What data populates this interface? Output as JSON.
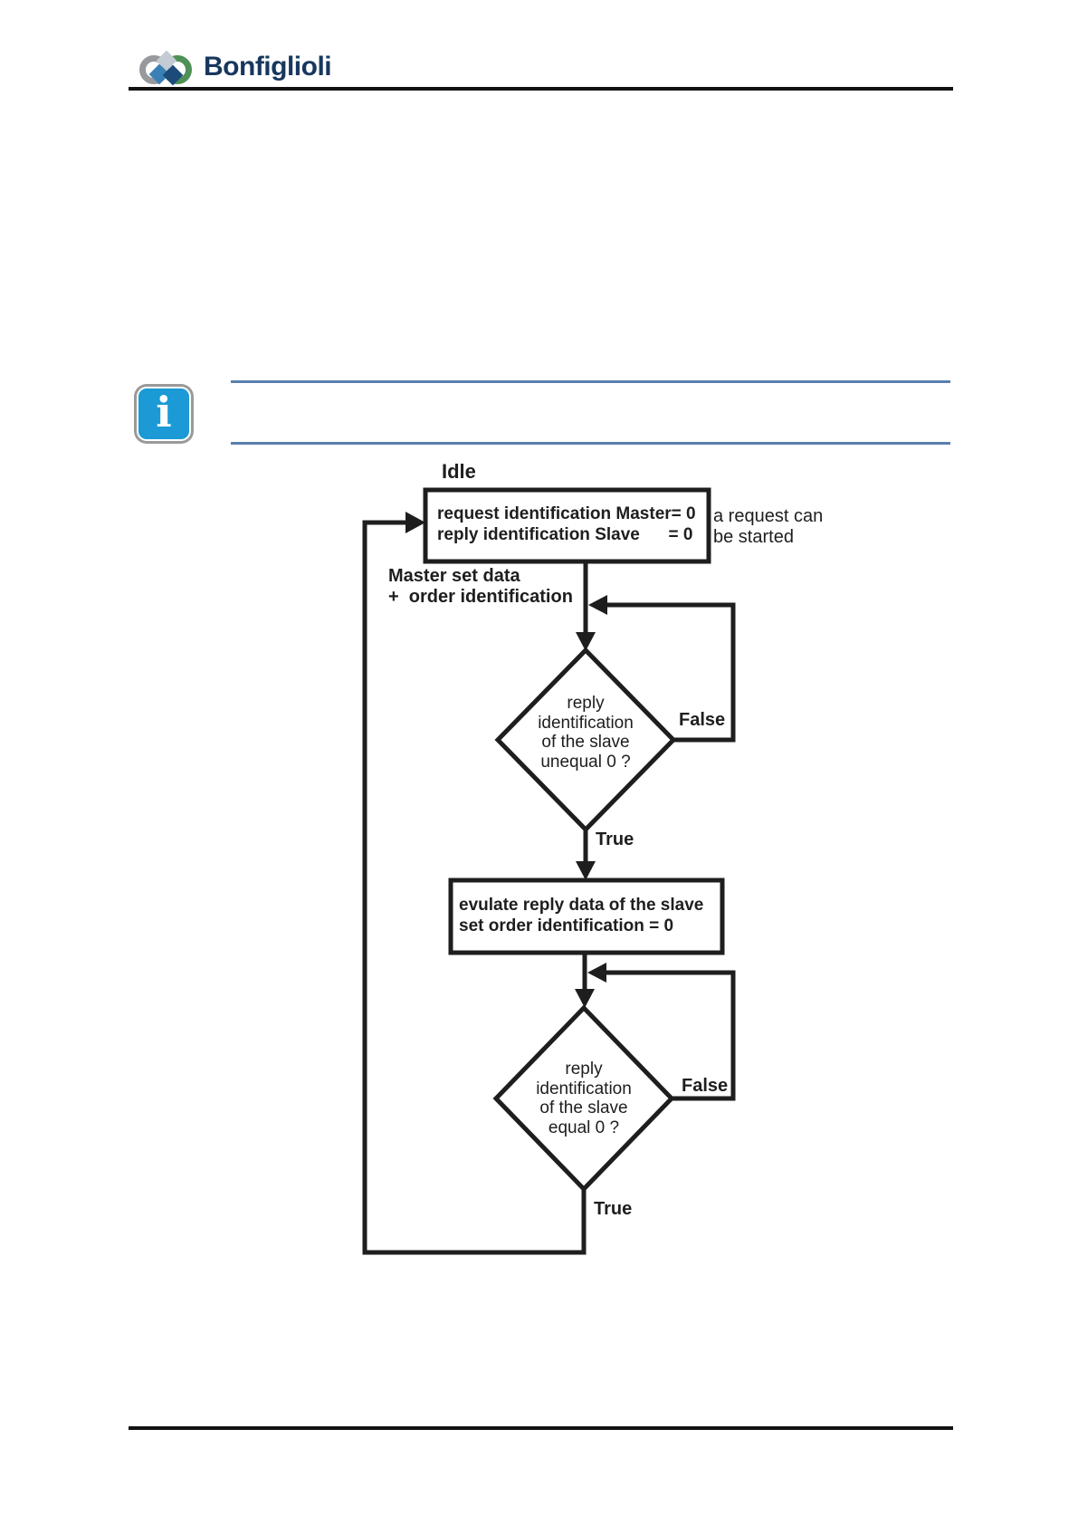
{
  "brand": {
    "name": "Bonfiglioli"
  },
  "note": {
    "info_icon_glyph": "i"
  },
  "flowchart": {
    "idle_label": "Idle",
    "start_box_lines": [
      "request identification Master= 0",
      "reply identification Slave      = 0"
    ],
    "start_box_note_lines": [
      "a request can",
      "be started"
    ],
    "master_label_lines": [
      "Master set data",
      "+  order identification"
    ],
    "decision1_lines": [
      "reply",
      "identification",
      "of the slave",
      "unequal 0 ?"
    ],
    "decision1_false_label": "False",
    "decision1_true_label": "True",
    "process_box_lines": [
      "evulate reply data of the slave",
      "set order identification = 0"
    ],
    "decision2_lines": [
      "reply",
      "identification",
      "of the slave",
      "equal 0 ?"
    ],
    "decision2_false_label": "False",
    "decision2_true_label": "True"
  },
  "colors": {
    "flow_stroke": "#1e1e1e",
    "note_rule_blue": "#5a7fae",
    "page_rule_black": "#111111",
    "brand_navy": "#17375e",
    "info_icon_blue": "#1b9ad6"
  }
}
